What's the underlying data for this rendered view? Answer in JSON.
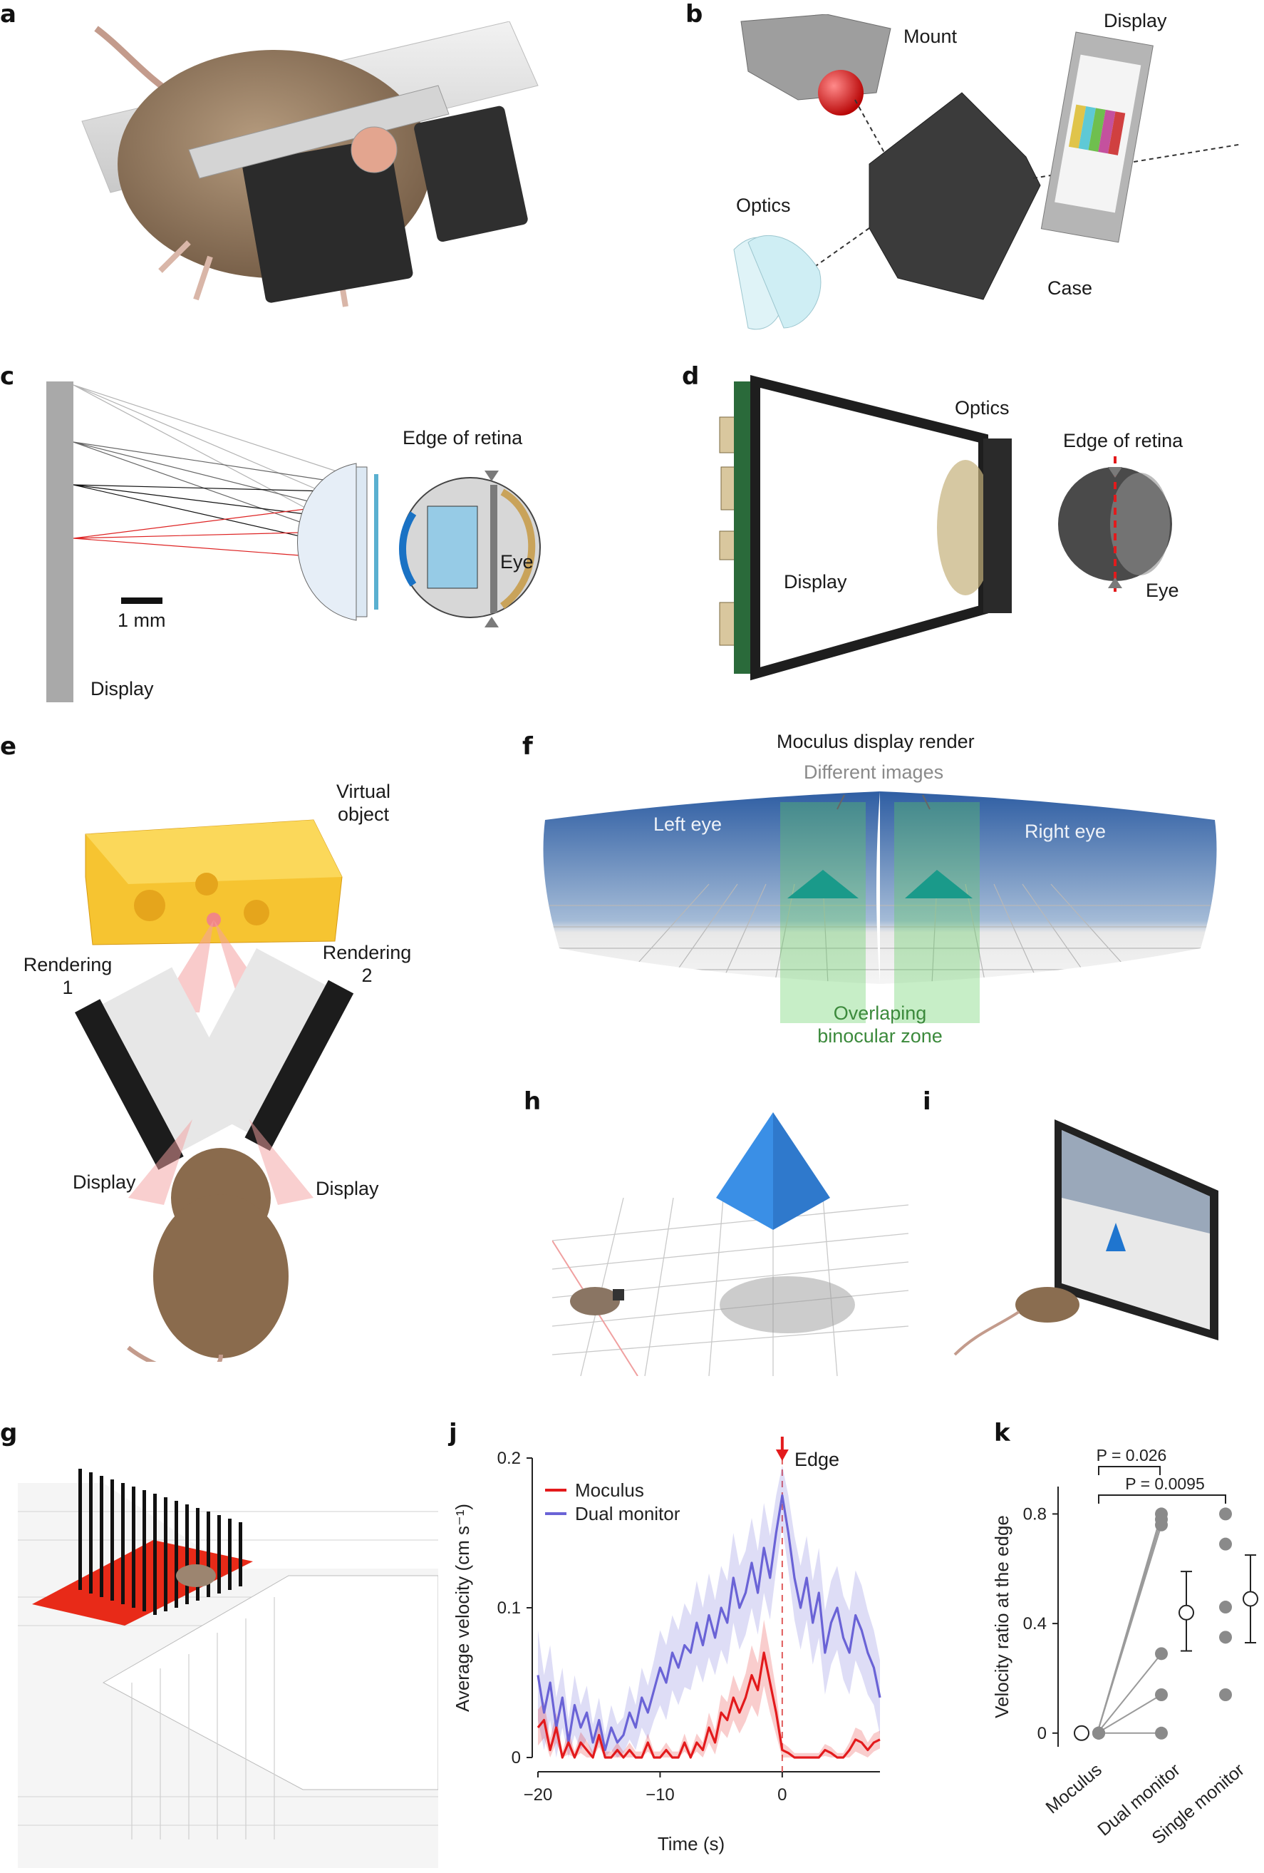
{
  "panels": {
    "a": {
      "letter": "a"
    },
    "b": {
      "letter": "b",
      "labels": {
        "mount": "Mount",
        "display": "Display",
        "optics": "Optics",
        "case": "Case"
      }
    },
    "c": {
      "letter": "c",
      "labels": {
        "edge": "Edge of retina",
        "eye": "Eye",
        "scale": "1 mm",
        "display": "Display"
      }
    },
    "d": {
      "letter": "d",
      "labels": {
        "optics": "Optics",
        "edge": "Edge of retina",
        "display": "Display",
        "eye": "Eye"
      }
    },
    "e": {
      "letter": "e",
      "labels": {
        "virtual_1": "Virtual",
        "virtual_2": "object",
        "rendering1_1": "Rendering",
        "rendering1_2": "1",
        "rendering2_1": "Rendering",
        "rendering2_2": "2",
        "display_left": "Display",
        "display_right": "Display"
      }
    },
    "f": {
      "letter": "f",
      "labels": {
        "title": "Moculus display render",
        "different": "Different images",
        "left_eye": "Left eye",
        "right_eye": "Right eye",
        "overlap_1": "Overlaping",
        "overlap_2": "binocular zone"
      }
    },
    "g": {
      "letter": "g"
    },
    "h": {
      "letter": "h"
    },
    "i": {
      "letter": "i"
    },
    "j": {
      "letter": "j",
      "labels": {
        "edge": "Edge"
      }
    },
    "k": {
      "letter": "k",
      "labels": {
        "p1": "P = 0.026",
        "p2": "P = 0.0095"
      }
    }
  },
  "colors": {
    "moculus": "#e31a1c",
    "dual": "#6a63d6",
    "dots": "#8a8a8a"
  },
  "chart_data": [
    {
      "type": "line",
      "panel": "j",
      "xlabel": "Time (s)",
      "ylabel": "Average velocity (cm s⁻¹)",
      "xlim": [
        -20,
        8
      ],
      "ylim": [
        0,
        0.2
      ],
      "xticks": [
        -20,
        -10,
        0
      ],
      "yticks": [
        0,
        0.1,
        0.2
      ],
      "xtick_labels": [
        "−20",
        "−10",
        "0"
      ],
      "ytick_labels": [
        "0",
        "0.1",
        "0.2"
      ],
      "legend_position": "top-left",
      "annotation": {
        "x": 0,
        "text": "Edge",
        "style": "dashed vertical line with arrow"
      },
      "series": [
        {
          "name": "Moculus",
          "color": "#e31a1c",
          "x": [
            -20,
            -19.5,
            -19,
            -18.5,
            -18,
            -17.5,
            -17,
            -16.5,
            -16,
            -15.5,
            -15,
            -14.5,
            -14,
            -13.5,
            -13,
            -12.5,
            -12,
            -11.5,
            -11,
            -10.5,
            -10,
            -9.5,
            -9,
            -8.5,
            -8,
            -7.5,
            -7,
            -6.5,
            -6,
            -5.5,
            -5,
            -4.5,
            -4,
            -3.5,
            -3,
            -2.5,
            -2,
            -1.5,
            -1,
            -0.5,
            0,
            0.5,
            1,
            1.5,
            2,
            2.5,
            3,
            3.5,
            4,
            4.5,
            5,
            5.5,
            6,
            6.5,
            7,
            7.5,
            8
          ],
          "y": [
            0.02,
            0.025,
            0.005,
            0.02,
            0.0,
            0.01,
            0.0,
            0.01,
            0.005,
            0.0,
            0.015,
            0.0,
            0.0,
            0.005,
            0.0,
            0.005,
            0.0,
            0.0,
            0.01,
            0.0,
            0.0,
            0.005,
            0.0,
            0.0,
            0.01,
            0.0,
            0.01,
            0.005,
            0.02,
            0.01,
            0.03,
            0.025,
            0.04,
            0.03,
            0.04,
            0.055,
            0.045,
            0.07,
            0.05,
            0.03,
            0.005,
            0.003,
            0.0,
            0.0,
            0.0,
            0.0,
            0.0,
            0.005,
            0.003,
            0.0,
            0.0,
            0.005,
            0.012,
            0.01,
            0.005,
            0.01,
            0.012
          ],
          "ci": [
            0.012,
            0.012,
            0.008,
            0.01,
            0.004,
            0.008,
            0.004,
            0.007,
            0.006,
            0.004,
            0.008,
            0.004,
            0.004,
            0.005,
            0.004,
            0.005,
            0.004,
            0.004,
            0.006,
            0.004,
            0.004,
            0.005,
            0.004,
            0.004,
            0.006,
            0.004,
            0.006,
            0.005,
            0.01,
            0.008,
            0.012,
            0.012,
            0.015,
            0.014,
            0.016,
            0.02,
            0.018,
            0.022,
            0.02,
            0.015,
            0.005,
            0.004,
            0.003,
            0.003,
            0.003,
            0.003,
            0.003,
            0.004,
            0.004,
            0.003,
            0.003,
            0.005,
            0.008,
            0.008,
            0.005,
            0.006,
            0.006
          ]
        },
        {
          "name": "Dual monitor",
          "color": "#6a63d6",
          "x": [
            -20,
            -19.5,
            -19,
            -18.5,
            -18,
            -17.5,
            -17,
            -16.5,
            -16,
            -15.5,
            -15,
            -14.5,
            -14,
            -13.5,
            -13,
            -12.5,
            -12,
            -11.5,
            -11,
            -10.5,
            -10,
            -9.5,
            -9,
            -8.5,
            -8,
            -7.5,
            -7,
            -6.5,
            -6,
            -5.5,
            -5,
            -4.5,
            -4,
            -3.5,
            -3,
            -2.5,
            -2,
            -1.5,
            -1,
            -0.5,
            0,
            0.5,
            1,
            1.5,
            2,
            2.5,
            3,
            3.5,
            4,
            4.5,
            5,
            5.5,
            6,
            6.5,
            7,
            7.5,
            8
          ],
          "y": [
            0.055,
            0.03,
            0.05,
            0.02,
            0.04,
            0.01,
            0.035,
            0.02,
            0.03,
            0.01,
            0.025,
            0.005,
            0.02,
            0.01,
            0.015,
            0.03,
            0.02,
            0.04,
            0.03,
            0.045,
            0.06,
            0.05,
            0.07,
            0.06,
            0.075,
            0.07,
            0.09,
            0.075,
            0.095,
            0.08,
            0.1,
            0.09,
            0.12,
            0.1,
            0.11,
            0.13,
            0.11,
            0.14,
            0.12,
            0.15,
            0.175,
            0.15,
            0.12,
            0.1,
            0.12,
            0.09,
            0.11,
            0.07,
            0.09,
            0.1,
            0.08,
            0.07,
            0.095,
            0.085,
            0.07,
            0.06,
            0.04
          ],
          "ci": [
            0.03,
            0.025,
            0.025,
            0.02,
            0.02,
            0.015,
            0.02,
            0.015,
            0.018,
            0.012,
            0.015,
            0.01,
            0.015,
            0.012,
            0.012,
            0.018,
            0.015,
            0.02,
            0.018,
            0.02,
            0.025,
            0.025,
            0.025,
            0.025,
            0.028,
            0.025,
            0.028,
            0.025,
            0.028,
            0.025,
            0.028,
            0.028,
            0.03,
            0.028,
            0.028,
            0.03,
            0.028,
            0.03,
            0.028,
            0.025,
            0.02,
            0.025,
            0.028,
            0.028,
            0.028,
            0.028,
            0.03,
            0.028,
            0.028,
            0.028,
            0.028,
            0.028,
            0.03,
            0.03,
            0.028,
            0.025,
            0.025
          ]
        }
      ]
    },
    {
      "type": "scatter",
      "panel": "k",
      "ylabel": "Velocity ratio at the edge",
      "categories": [
        "Moculus",
        "Dual monitor",
        "Single monitor"
      ],
      "ylim": [
        -0.05,
        0.9
      ],
      "yticks": [
        0,
        0.4,
        0.8
      ],
      "ytick_labels": [
        "0",
        "0.4",
        "0.8"
      ],
      "points": {
        "Moculus": [
          0,
          0,
          0,
          0,
          0,
          0
        ],
        "Dual monitor": [
          0.8,
          0.78,
          0.76,
          0.29,
          0.14,
          0.0
        ],
        "Single monitor": [
          0.8,
          0.69,
          0.46,
          0.35,
          0.14
        ]
      },
      "summary": {
        "Moculus": {
          "mean": 0.0,
          "lo": 0.0,
          "hi": 0.0
        },
        "Dual monitor": {
          "mean": 0.44,
          "lo": 0.3,
          "hi": 0.59
        },
        "Single monitor": {
          "mean": 0.49,
          "lo": 0.33,
          "hi": 0.65
        }
      },
      "comparisons": [
        {
          "pair": [
            "Moculus",
            "Dual monitor"
          ],
          "text": "P = 0.026"
        },
        {
          "pair": [
            "Moculus",
            "Single monitor"
          ],
          "text": "P = 0.0095"
        }
      ]
    }
  ]
}
